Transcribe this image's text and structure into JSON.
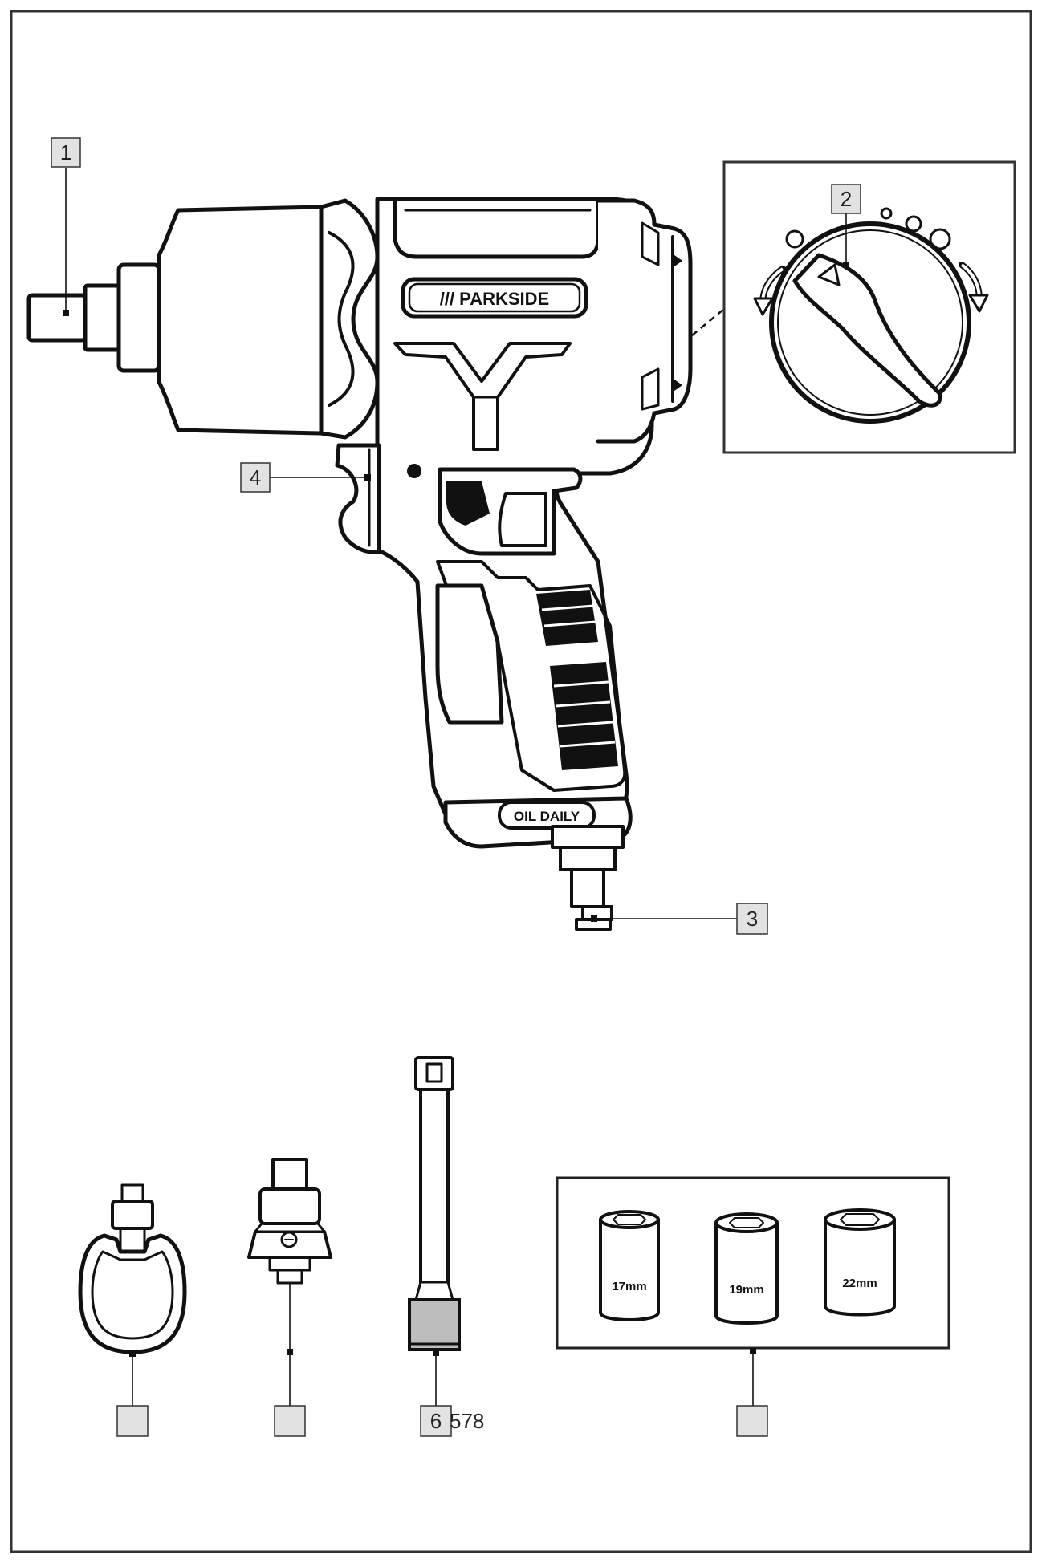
{
  "labels": {
    "l1": "1",
    "l2": "2",
    "l3": "3",
    "l4": "4",
    "l6": "6",
    "l578": "578"
  },
  "tool": {
    "brand": "/// PARKSIDE",
    "oil_text": "OIL DAILY"
  },
  "sockets": [
    "17mm",
    "19mm",
    "22mm"
  ]
}
